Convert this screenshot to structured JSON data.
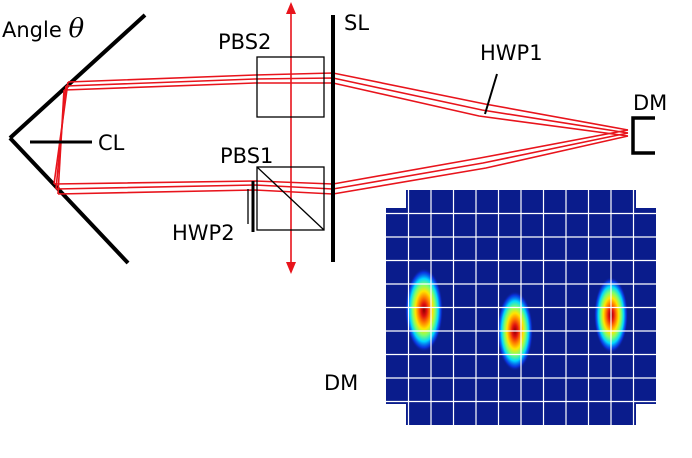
{
  "labels": {
    "angle_prefix": "Angle ",
    "angle_symbol": "θ",
    "pbs2": "PBS2",
    "pbs1": "PBS1",
    "sl": "SL",
    "hwp1": "HWP1",
    "hwp2": "HWP2",
    "cl": "CL",
    "dm_top": "DM",
    "dm_inset": "DM"
  },
  "colors": {
    "beam": "#e8141c",
    "optics": "#000000",
    "inset_background": "#0a1c8c",
    "inset_grid": "#ffffff"
  },
  "inset": {
    "description_colormap": "jet",
    "spots": 3
  }
}
